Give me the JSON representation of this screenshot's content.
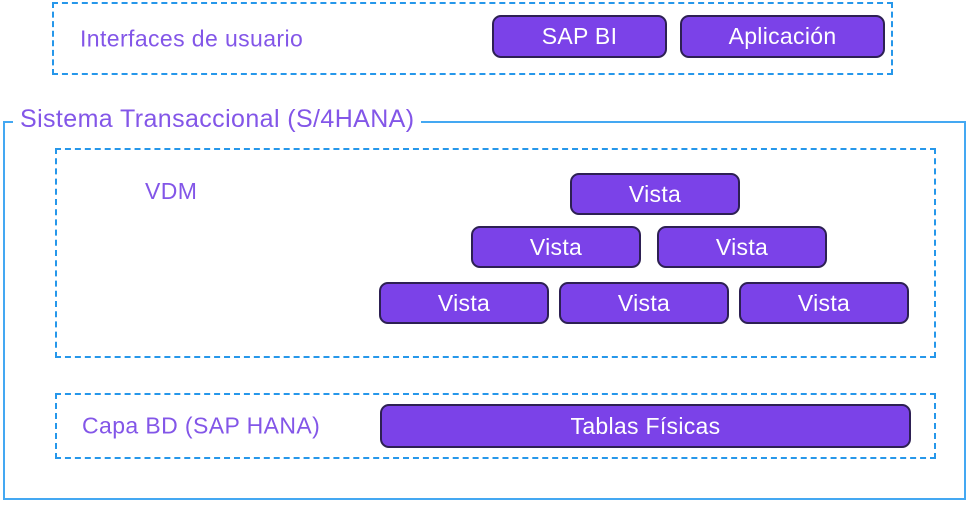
{
  "colors": {
    "dashed_border": "#2697ea",
    "solid_border": "#44a8f2",
    "node_fill": "#7b42e8",
    "node_border": "#2d2053",
    "label_text": "#8356e8",
    "node_text": "#ffffff",
    "background": "#ffffff"
  },
  "interfaces_layer": {
    "label": "Interfaces de usuario",
    "nodes": [
      {
        "label": "SAP BI"
      },
      {
        "label": "Aplicación"
      }
    ]
  },
  "system_group": {
    "label": "Sistema Transaccional (S/4HANA)",
    "vdm_layer": {
      "label": "VDM",
      "vista_rows": [
        [
          "Vista"
        ],
        [
          "Vista",
          "Vista"
        ],
        [
          "Vista",
          "Vista",
          "Vista"
        ]
      ]
    },
    "db_layer": {
      "label": "Capa BD (SAP HANA)",
      "node": {
        "label": "Tablas Físicas"
      }
    }
  }
}
